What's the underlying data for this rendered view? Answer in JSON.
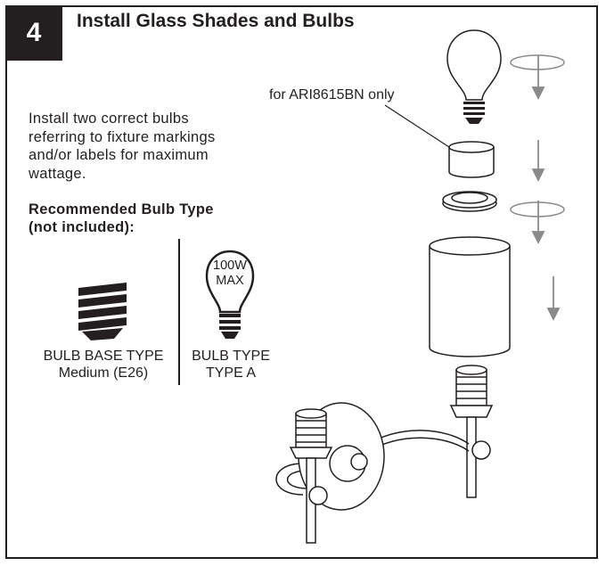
{
  "step": {
    "number": "4",
    "title": "Install Glass Shades and Bulbs"
  },
  "instructions": {
    "lines": [
      "Install two correct bulbs",
      "referring to fixture markings",
      "and/or labels for maximum",
      "wattage."
    ]
  },
  "recommended": {
    "heading_line1": "Recommended Bulb Type",
    "heading_line2": "(not included):"
  },
  "bulb_base": {
    "label": "BULB BASE TYPE",
    "value": "Medium (E26)"
  },
  "bulb_type": {
    "label": "BULB TYPE",
    "value": "TYPE A",
    "max_line1": "100W",
    "max_line2": "MAX"
  },
  "callout": {
    "text": "for ARI8615BN only"
  },
  "colors": {
    "ink": "#231f20",
    "arrow": "#8a8a8a",
    "background": "#ffffff"
  }
}
